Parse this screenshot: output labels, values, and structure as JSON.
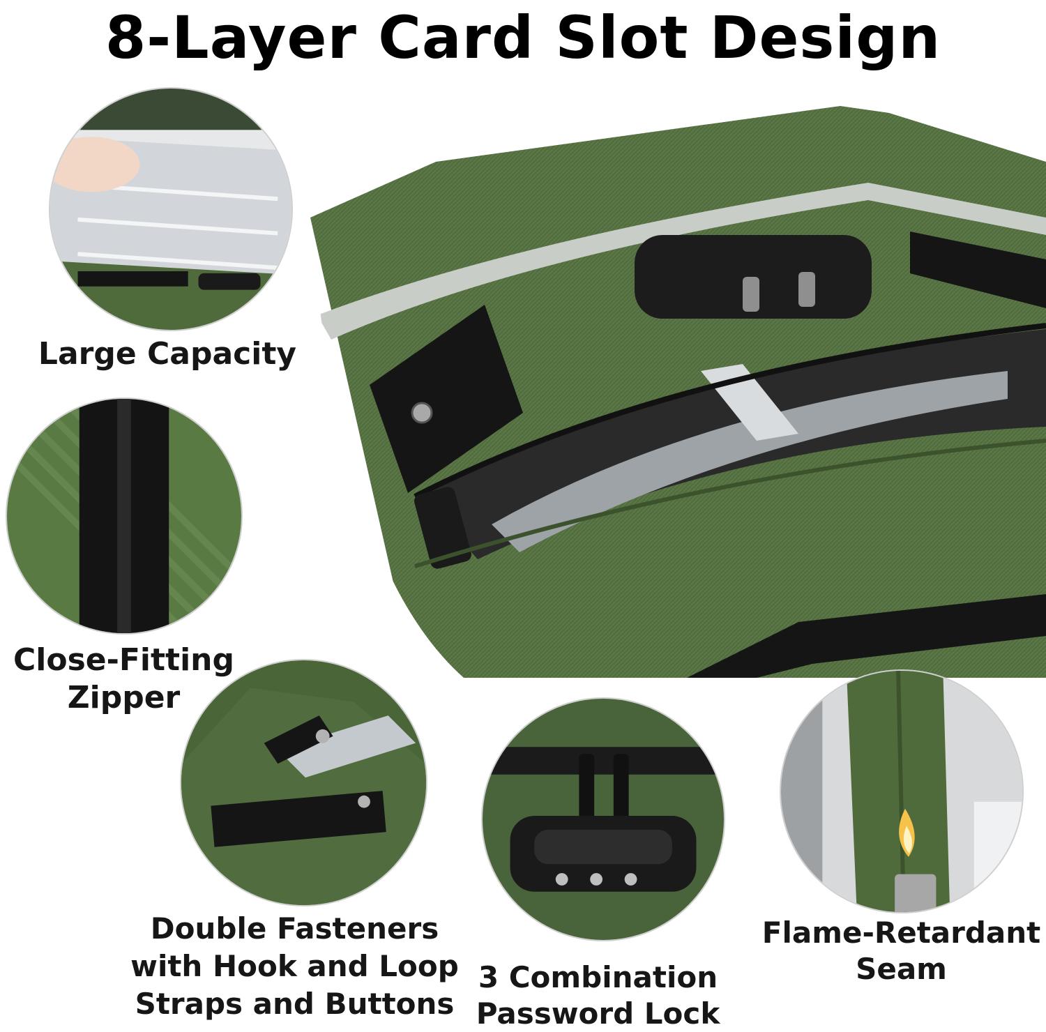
{
  "title": "8-Layer Card Slot Design",
  "features": [
    {
      "icon": "large-capacity-photo",
      "lines": [
        "Large Capacity"
      ]
    },
    {
      "icon": "zipper-photo",
      "lines": [
        "Close-Fitting",
        "Zipper"
      ]
    },
    {
      "icon": "fastener-photo",
      "lines": [
        "Double Fasteners",
        "with Hook and Loop",
        "Straps and Buttons"
      ]
    },
    {
      "icon": "combination-lock-photo",
      "lines": [
        "3 Combination",
        "Password Lock"
      ]
    },
    {
      "icon": "flame-seam-photo",
      "lines": [
        "Flame-Retardant",
        "Seam"
      ]
    }
  ],
  "colors": {
    "bag_green": "#4f6b3c",
    "bag_dark_green": "#3b522d",
    "velcro_black": "#151515",
    "reflective_strip": "#c9cdc8",
    "silver_lining": "#d6d9dc"
  }
}
